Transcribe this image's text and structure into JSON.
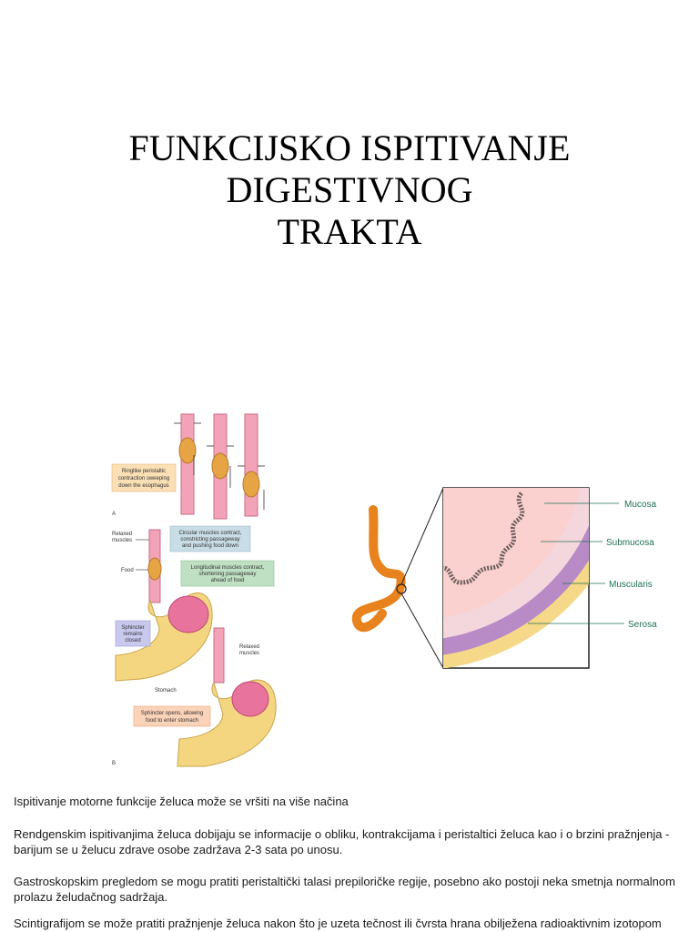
{
  "title": {
    "line1": "FUNKCIJSKO ISPITIVANJE",
    "line2": "DIGESTIVNOG",
    "line3": "TRAKTA"
  },
  "figure_left": {
    "label_a": "A",
    "label_b": "B",
    "ringlike_1": "Ringlike peristaltic",
    "ringlike_2": "contraction sweeping",
    "ringlike_3": "down the esophagus",
    "relaxed_1": "Relaxed",
    "relaxed_2": "muscles",
    "circular_1": "Circular muscles contract,",
    "circular_2": "constricting passageway",
    "circular_3": "and pushing food down",
    "food": "Food",
    "longitudinal_1": "Longitudinal muscles contract,",
    "longitudinal_2": "shortening passageway",
    "longitudinal_3": "ahead of food",
    "sphincter_closed_1": "Sphincter",
    "sphincter_closed_2": "remains",
    "sphincter_closed_3": "closed",
    "relaxed2_1": "Relaxed",
    "relaxed2_2": "muscles",
    "stomach": "Stomach",
    "sphincter_opens_1": "Sphincter opens, allowing",
    "sphincter_opens_2": "food to enter stomach"
  },
  "figure_right": {
    "mucosa": "Mucosa",
    "submucosa": "Submucosa",
    "muscularis": "Muscularis",
    "serosa": "Serosa"
  },
  "body": {
    "p0": "Ispitivanje motorne funkcije želuca može se vršiti na više načina",
    "p1": "Rendgenskim ispitivanjima želuca dobijaju se informacije o obliku, kontrakcijama i peristaltici želuca kao i o brzini pražnjenja - barijum se u želucu zdrave osobe zadržava 2-3 sata po unosu.",
    "p2": "Gastroskopskim pregledom se mogu pratiti peristaltički talasi prepiloričke regije, posebno ako postoji neka smetnja normalnom prolazu želudačnog sadržaja.",
    "p3": "Scintigrafijom se može pratiti pražnjenje želuca nakon što je uzeta tečnost ili čvrsta hrana obilježena radioaktivnim izotopom"
  }
}
